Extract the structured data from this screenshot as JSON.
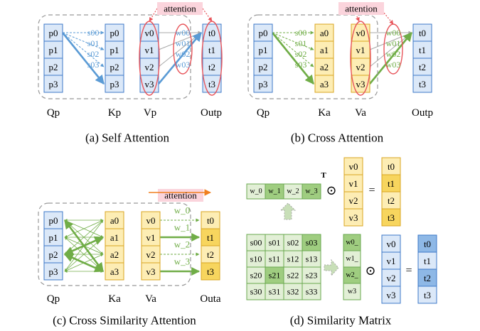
{
  "colors": {
    "blue_fill": "#dbe8f8",
    "blue_stroke": "#3c78c8",
    "blue_dark_fill": "#8eb8e6",
    "yellow_fill": "#fdedb4",
    "yellow_stroke": "#d9a520",
    "yellow_dark_fill": "#f7d55e",
    "green_fill": "#e2efd6",
    "green_dark_fill": "#9fcd80",
    "green_stroke": "#6aa84f",
    "green_line": "#70ad47",
    "blue_line": "#5b9bd5",
    "red": "#e8555b",
    "pink_label": "#fbd4dc",
    "orange": "#f07f1e",
    "gray_dash": "#999999",
    "gray_arrow": "#b7b7b7"
  },
  "panel_a": {
    "caption": "(a) Self Attention",
    "attention_label": "attention",
    "qp": {
      "label": "Qp",
      "cells": [
        "p0",
        "p1",
        "p2",
        "p3"
      ]
    },
    "kp": {
      "label": "Kp",
      "cells": [
        "p0",
        "p1",
        "p2",
        "p3"
      ]
    },
    "vp": {
      "label": "Vp",
      "cells": [
        "v0",
        "v1",
        "v2",
        "v3"
      ]
    },
    "out": {
      "label": "Outp",
      "cells": [
        "t0",
        "t1",
        "t2",
        "t3"
      ]
    },
    "qk_weights": [
      "s00",
      "s01",
      "s02",
      "s03"
    ],
    "vo_weights": [
      "w00",
      "w01",
      "w02",
      "w03"
    ]
  },
  "panel_b": {
    "caption": "(b) Cross Attention",
    "attention_label": "attention",
    "qp": {
      "label": "Qp",
      "cells": [
        "p0",
        "p1",
        "p2",
        "p3"
      ]
    },
    "ka": {
      "label": "Ka",
      "cells": [
        "a0",
        "a1",
        "a2",
        "a3"
      ]
    },
    "va": {
      "label": "Va",
      "cells": [
        "v0",
        "v1",
        "v2",
        "v3"
      ]
    },
    "out": {
      "label": "Outp",
      "cells": [
        "t0",
        "t1",
        "t2",
        "t3"
      ]
    },
    "qk_weights": [
      "s00",
      "s01",
      "s02",
      "s03"
    ],
    "vo_weights": [
      "w00",
      "w01",
      "w02",
      "w03"
    ]
  },
  "panel_c": {
    "caption": "(c) Cross Similarity Attention",
    "attention_label": "attention",
    "qp": {
      "label": "Qp",
      "cells": [
        "p0",
        "p1",
        "p2",
        "p3"
      ]
    },
    "ka": {
      "label": "Ka",
      "cells": [
        "a0",
        "a1",
        "a2",
        "a3"
      ]
    },
    "va": {
      "label": "Va",
      "cells": [
        "v0",
        "v1",
        "v2",
        "v3"
      ]
    },
    "out": {
      "label": "Outa",
      "cells": [
        "t0",
        "t1",
        "t2",
        "t3"
      ]
    },
    "weights": [
      "w_0",
      "w_1",
      "w_2",
      "w_3"
    ]
  },
  "panel_d": {
    "caption": "(d) Similarity Matrix",
    "row_vector": [
      "w_0",
      "w_1",
      "w_2",
      "w_3"
    ],
    "transpose_mark": "T",
    "odot": "⊙",
    "equals": "=",
    "top_v": [
      "v0",
      "v1",
      "v2",
      "v3"
    ],
    "top_t": [
      "t0",
      "t1",
      "t2",
      "t3"
    ],
    "matrix": [
      [
        "s00",
        "s01",
        "s02",
        "s03"
      ],
      [
        "s10",
        "s11",
        "s12",
        "s13"
      ],
      [
        "s20",
        "s21",
        "s22",
        "s23"
      ],
      [
        "s30",
        "s31",
        "s32",
        "s33"
      ]
    ],
    "col_vector": [
      "w0_",
      "w1_",
      "w2_",
      "w3"
    ],
    "bottom_v": [
      "v0",
      "v1",
      "v2",
      "v3"
    ],
    "bottom_t": [
      "t0",
      "t1",
      "t2",
      "t3"
    ]
  }
}
